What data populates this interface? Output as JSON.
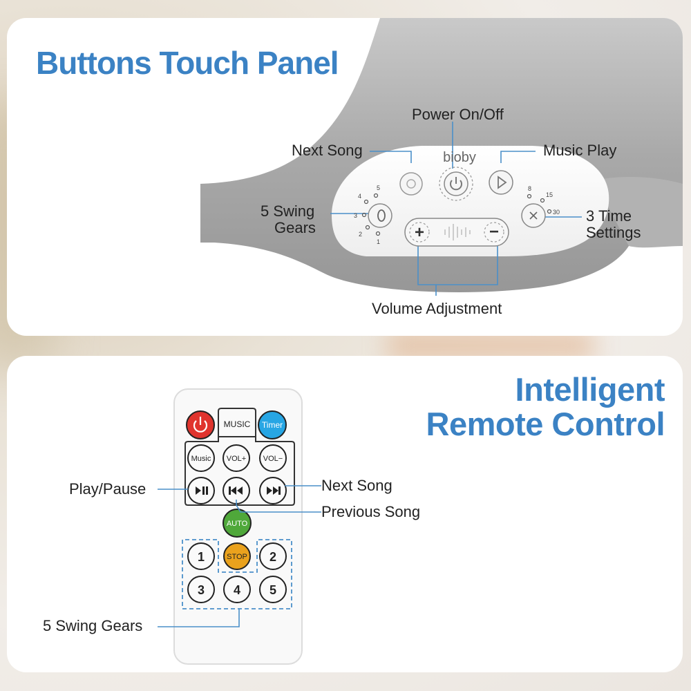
{
  "top_panel": {
    "title": "Buttons Touch Panel",
    "brand": "bioby",
    "labels": {
      "power": "Power On/Off",
      "next_song": "Next Song",
      "music_play": "Music Play",
      "swing_gears_1": "5 Swing",
      "swing_gears_2": "Gears",
      "time_settings_1": "3 Time",
      "time_settings_2": "Settings",
      "volume": "Volume Adjustment"
    },
    "dial_swing_marks": [
      "5",
      "4",
      "3",
      "2",
      "1"
    ],
    "dial_time_marks": [
      "8",
      "15",
      "30"
    ],
    "plus": "+",
    "minus": "−"
  },
  "bottom_panel": {
    "title_line1": "Intelligent",
    "title_line2": "Remote Control",
    "labels": {
      "play_pause": "Play/Pause",
      "next_song": "Next Song",
      "previous_song": "Previous Song",
      "swing_gears": "5 Swing Gears"
    },
    "remote": {
      "music_mode": "MUSIC",
      "timer": "Timer",
      "music": "Music",
      "vol_up": "VOL+",
      "vol_down": "VOL−",
      "auto": "AUTO",
      "stop": "STOP",
      "nums": [
        "1",
        "2",
        "3",
        "4",
        "5"
      ]
    }
  },
  "colors": {
    "accent_blue": "#3b82c4",
    "power_red": "#e0342e",
    "timer_cyan": "#27a6e4",
    "auto_green": "#4fa83a",
    "stop_amber": "#eaa21d",
    "callout_line": "#4a8fc9"
  }
}
